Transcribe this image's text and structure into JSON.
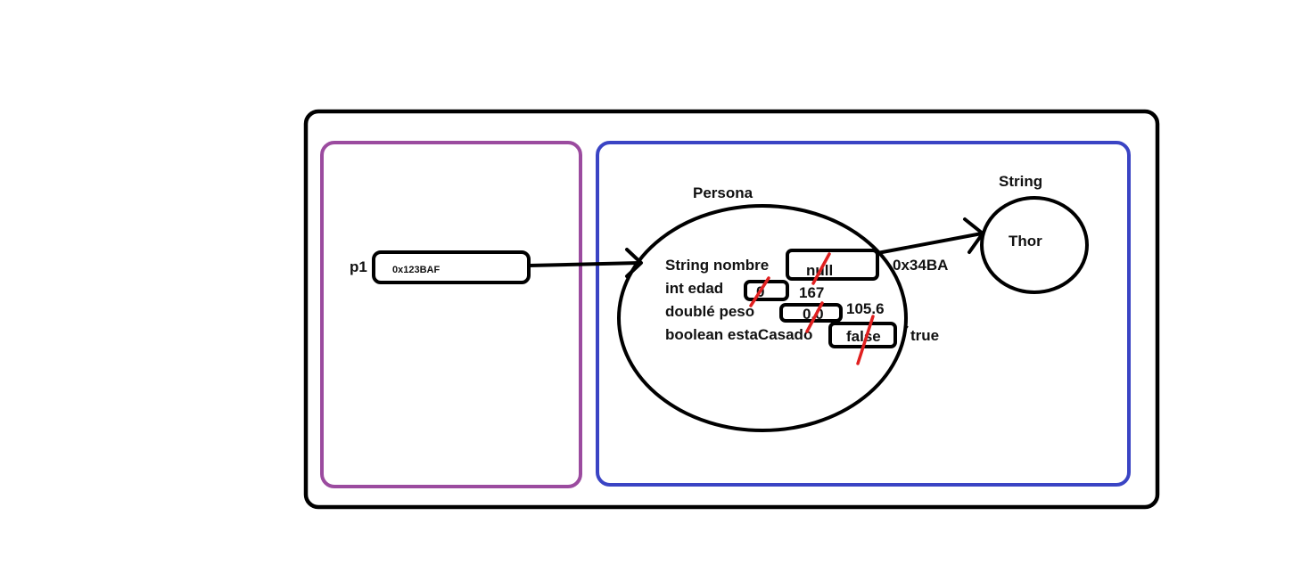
{
  "stack": {
    "variable_name": "p1",
    "variable_value": "0x123BAF"
  },
  "heap": {
    "persona": {
      "title": "Persona",
      "fields": [
        {
          "label": "String nombre",
          "old_value": "null",
          "new_value": "0x34BA"
        },
        {
          "label": "int edad",
          "old_value": "0",
          "new_value": "167"
        },
        {
          "label": "doublé peso",
          "old_value": "0.0",
          "new_value": "105.6"
        },
        {
          "label": "boolean estaCasado",
          "old_value": "false",
          "new_value": "true"
        }
      ]
    },
    "string_object": {
      "title": "String",
      "value": "Thor"
    }
  },
  "colors": {
    "outer_frame": "#000000",
    "stack_frame": "#9b4b9f",
    "heap_frame": "#3a44c4",
    "strike": "#e02020"
  }
}
